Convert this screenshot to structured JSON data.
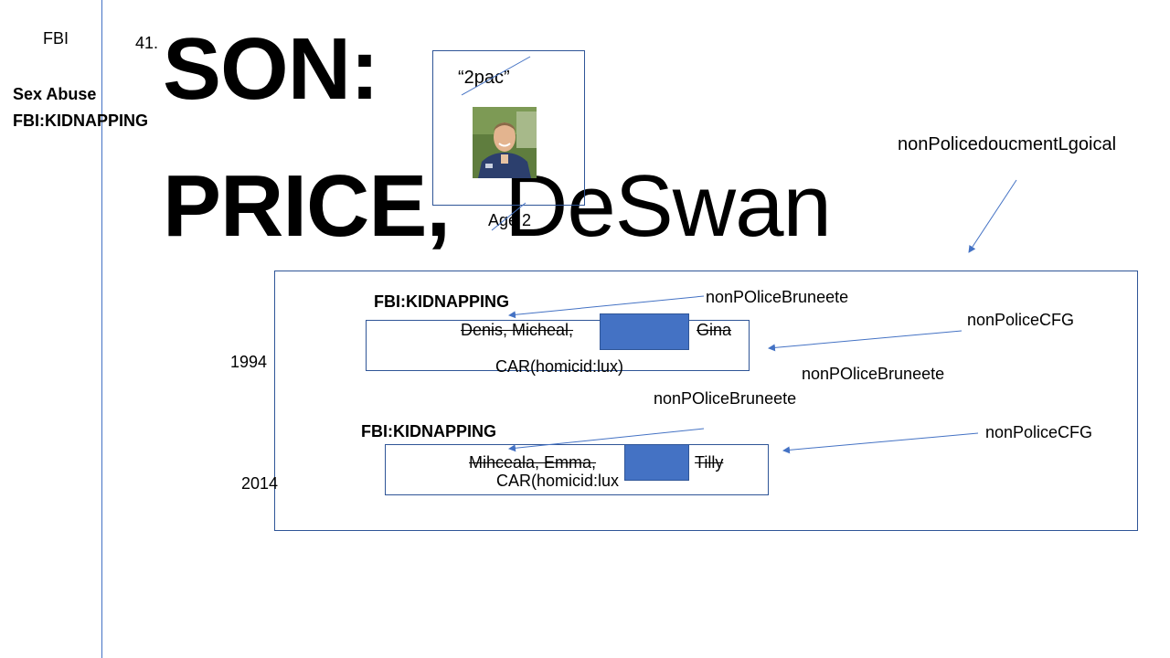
{
  "left": {
    "agency": "FBI",
    "category_line1": "Sex Abuse",
    "category_line2": "FBI:KIDNAPPING"
  },
  "heading": {
    "number": "41.",
    "line1": "SON:",
    "surname": "PRICE,",
    "given_name": "DeSwan"
  },
  "photo_card": {
    "nickname": "“2pac”",
    "age": "Age 2",
    "photo_icon": "person-photo"
  },
  "annotation_top": "nonPolicedoucmentLgoical",
  "record_1994": {
    "year": "1994",
    "header": "FBI:KIDNAPPING",
    "name_a": "Denis, Micheal,",
    "name_b": "Gina",
    "detail": "CAR(homicid:lux)",
    "label_brunette": "nonPOliceBruneete",
    "label_cfg": "nonPoliceCFG",
    "label_brunette_2": "nonPOliceBruneete"
  },
  "record_2014": {
    "year": "2014",
    "header": "FBI:KIDNAPPING",
    "name_a": "Mihceala, Emma,",
    "name_b": "Tilly",
    "detail": "CAR(homicid:lux",
    "label_brunette": "nonPOliceBruneete",
    "label_cfg": "nonPoliceCFG"
  },
  "colors": {
    "accent": "#4472c4",
    "border": "#2f5597"
  }
}
